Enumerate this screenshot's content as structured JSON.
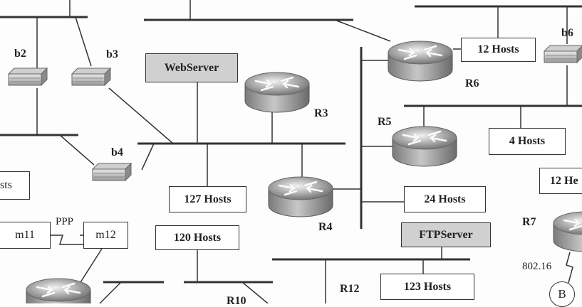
{
  "hosts": {
    "h12_top": "12 Hosts",
    "h4": "4 Hosts",
    "h127": "127 Hosts",
    "h24": "24 Hosts",
    "h120": "120 Hosts",
    "h123": "123 Hosts",
    "h12_right": "12 He",
    "left_sts": "sts"
  },
  "servers": {
    "web": "WebServer",
    "ftp": "FTPServer"
  },
  "routers": {
    "r3": "R3",
    "r4": "R4",
    "r5": "R5",
    "r6": "R6",
    "r7": "R7",
    "r10": "R10",
    "r12": "R12"
  },
  "bridges": {
    "b2": "b2",
    "b3": "b3",
    "b4": "b4",
    "b6": "b6"
  },
  "links": {
    "m11": "m11",
    "m12": "m12",
    "ppp": "PPP",
    "wimax": "802.16"
  },
  "nodes": {
    "b": "B"
  }
}
